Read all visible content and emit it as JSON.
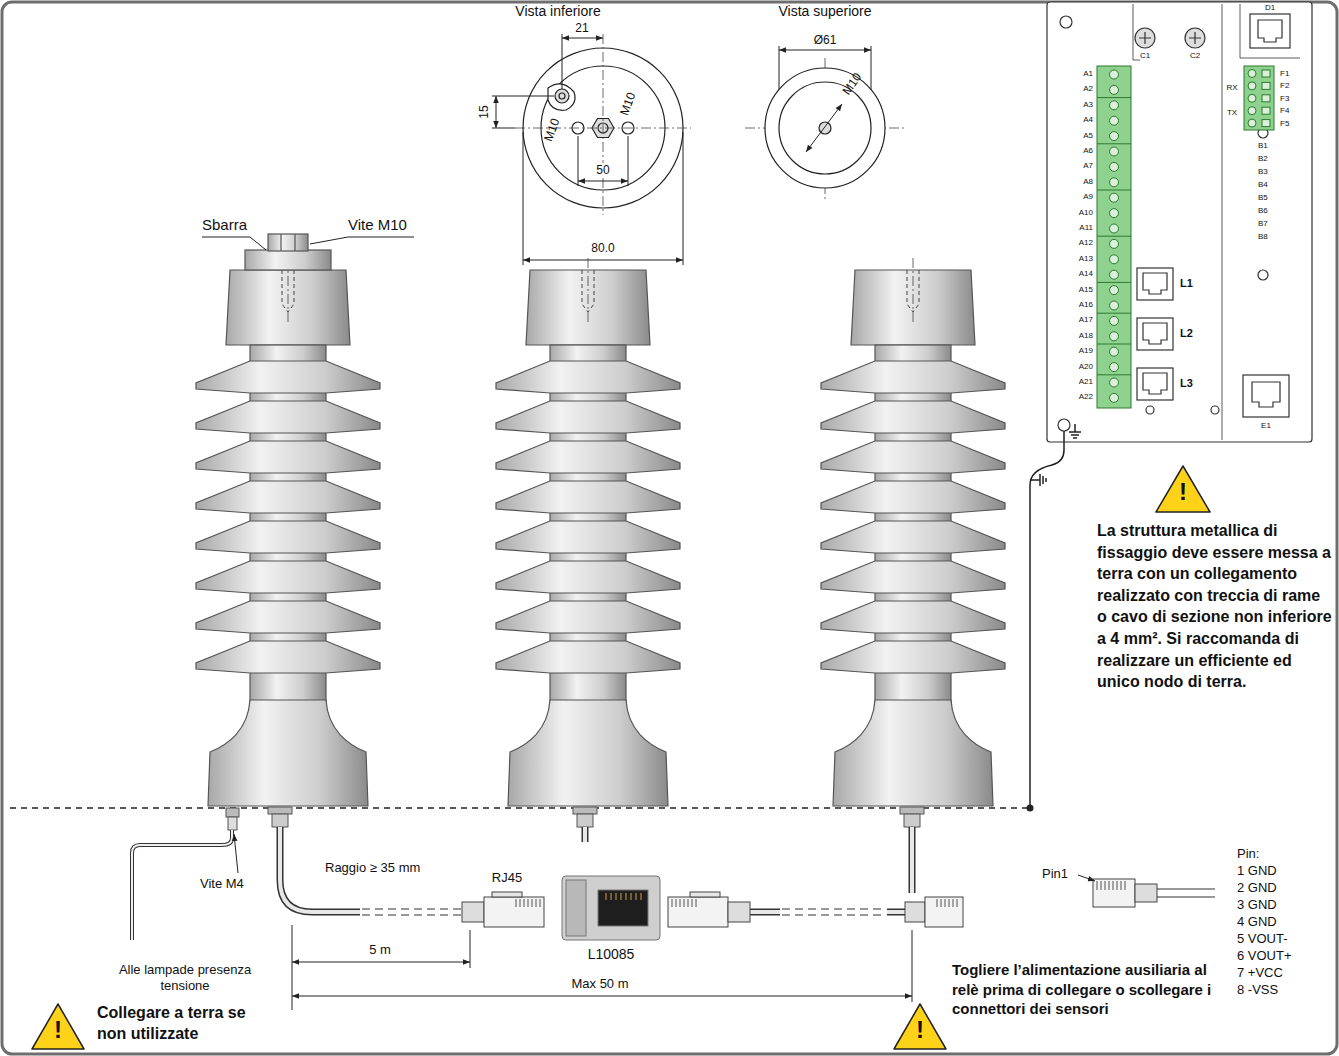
{
  "diagram": {
    "labels": [
      "Vista inferiore",
      "Vista superiore",
      "21",
      "15",
      "M10",
      "M10",
      "50",
      "80.0",
      "Ø61",
      "M10",
      "Sbarra",
      "Vite M10",
      "A1",
      "A2",
      "A3",
      "A4",
      "A5",
      "A6",
      "A7",
      "A8",
      "A9",
      "A10",
      "A11",
      "A12",
      "A13",
      "A14",
      "A15",
      "A16",
      "A17",
      "A18",
      "A19",
      "A20",
      "A21",
      "A22",
      "C1",
      "C2",
      "D1",
      "RX",
      "TX",
      "F1",
      "F2",
      "F3",
      "F4",
      "F5",
      "B1",
      "B2",
      "B3",
      "B4",
      "B5",
      "B6",
      "B7",
      "B8",
      "L1",
      "L2",
      "L3",
      "E1",
      "!",
      "La struttura metallica di fissaggio deve essere messa a terra con un collegamento realizzato con treccia di rame o cavo di sezione non inferiore a 4 mm². Si raccomanda di realizzare un efficiente ed unico nodo di terra.",
      "Pin:",
      "1 GND",
      "2 GND",
      "3 GND",
      "4 GND",
      "5 VOUT-",
      "6 VOUT+",
      "7 +VCC",
      "8 -VSS",
      "Pin1",
      "Vite M4",
      "Alle lampade presenza tensione",
      "Raggio ≥ 35 mm",
      "RJ45",
      "5 m",
      "L10085",
      "Max 50 m",
      "!",
      "Collegare a terra se non utilizzate",
      "!",
      "Togliere l’alimentazione ausiliaria al relè prima di collegare o scollegare i connettori dei sensori"
    ]
  }
}
